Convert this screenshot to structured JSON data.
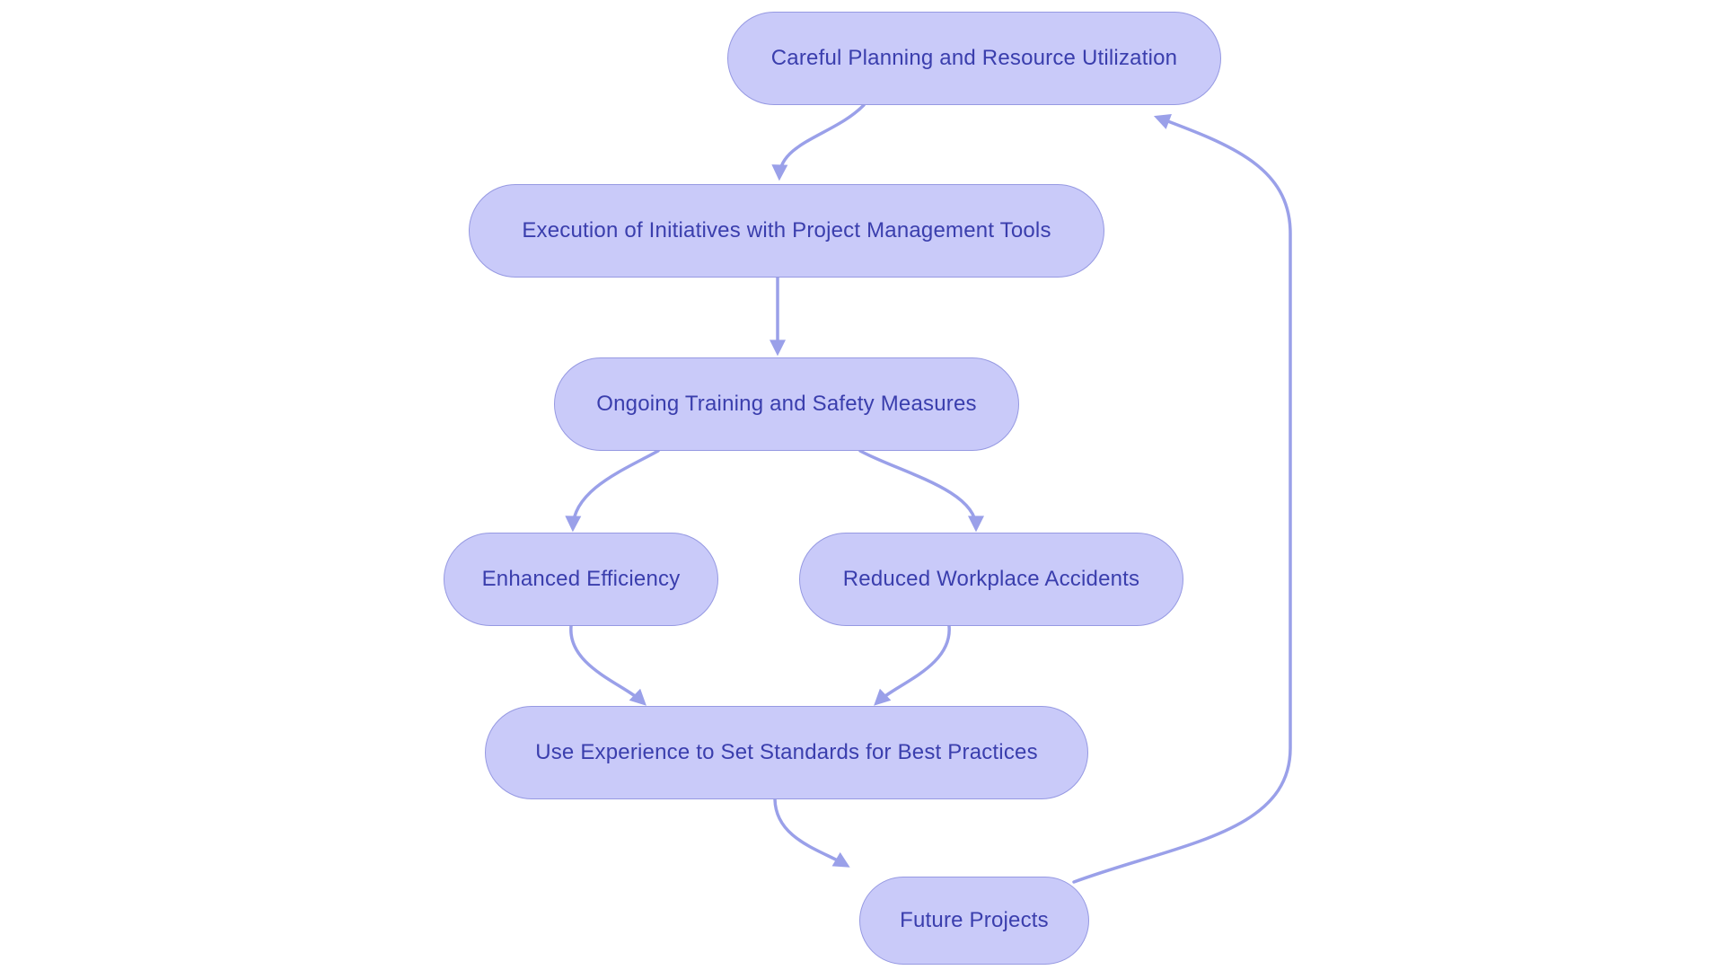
{
  "diagram": {
    "type": "flowchart",
    "colors": {
      "background": "#ffffff",
      "node_fill": "#c9caf9",
      "node_border": "#9699e2",
      "node_text": "#3a3ead",
      "arrow": "#9aa0e9"
    },
    "nodes": [
      {
        "id": "planning",
        "label": "Careful Planning and Resource Utilization"
      },
      {
        "id": "execution",
        "label": "Execution of Initiatives with Project Management Tools"
      },
      {
        "id": "training",
        "label": "Ongoing Training and Safety Measures"
      },
      {
        "id": "efficiency",
        "label": "Enhanced Efficiency"
      },
      {
        "id": "accidents",
        "label": "Reduced Workplace Accidents"
      },
      {
        "id": "standards",
        "label": "Use Experience to Set Standards for Best Practices"
      },
      {
        "id": "future",
        "label": "Future Projects"
      }
    ],
    "edges": [
      {
        "from": "planning",
        "to": "execution"
      },
      {
        "from": "execution",
        "to": "training"
      },
      {
        "from": "training",
        "to": "efficiency"
      },
      {
        "from": "training",
        "to": "accidents"
      },
      {
        "from": "efficiency",
        "to": "standards"
      },
      {
        "from": "accidents",
        "to": "standards"
      },
      {
        "from": "standards",
        "to": "future"
      },
      {
        "from": "future",
        "to": "planning"
      }
    ]
  }
}
